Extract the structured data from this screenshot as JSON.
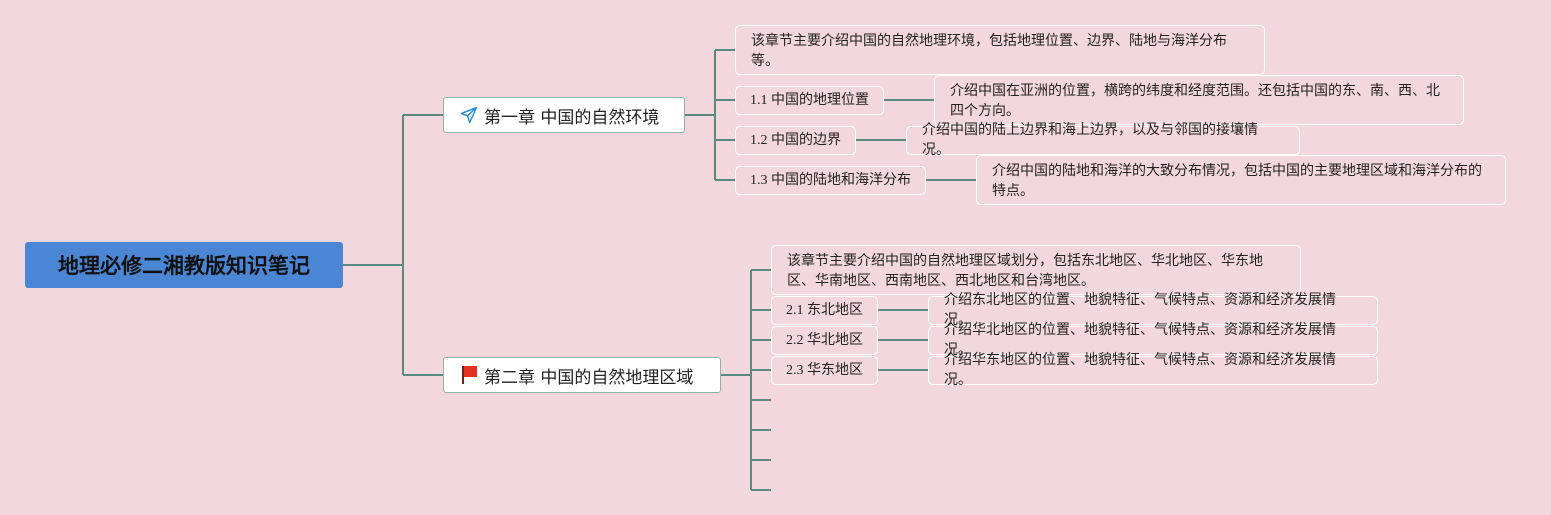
{
  "root": {
    "title": "地理必修二湘教版知识笔记"
  },
  "chapters": [
    {
      "title": "第一章 中国的自然环境",
      "icon": "paper-plane-icon",
      "summary": "该章节主要介绍中国的自然地理环境，包括地理位置、边界、陆地与海洋分布等。",
      "sections": [
        {
          "title": "1.1 中国的地理位置",
          "desc": "介绍中国在亚洲的位置，横跨的纬度和经度范围。还包括中国的东、南、西、北四个方向。"
        },
        {
          "title": "1.2 中国的边界",
          "desc": "介绍中国的陆上边界和海上边界，以及与邻国的接壤情况。"
        },
        {
          "title": "1.3 中国的陆地和海洋分布",
          "desc": "介绍中国的陆地和海洋的大致分布情况，包括中国的主要地理区域和海洋分布的特点。"
        }
      ]
    },
    {
      "title": "第二章 中国的自然地理区域",
      "icon": "red-flag-icon",
      "summary": "该章节主要介绍中国的自然地理区域划分，包括东北地区、华北地区、华东地区、华南地区、西南地区、西北地区和台湾地区。",
      "sections": [
        {
          "title": "2.1 东北地区",
          "desc": "介绍东北地区的位置、地貌特征、气候特点、资源和经济发展情况。"
        },
        {
          "title": "2.2 华北地区",
          "desc": "介绍华北地区的位置、地貌特征、气候特点、资源和经济发展情况。"
        },
        {
          "title": "2.3 华东地区",
          "desc": "介绍华东地区的位置、地貌特征、气候特点、资源和经济发展情况。"
        }
      ]
    }
  ],
  "colors": {
    "background": "#f2d7de",
    "root": "#4a86d4",
    "connector": "#5a8a7d",
    "node_border": "#ffffff"
  }
}
